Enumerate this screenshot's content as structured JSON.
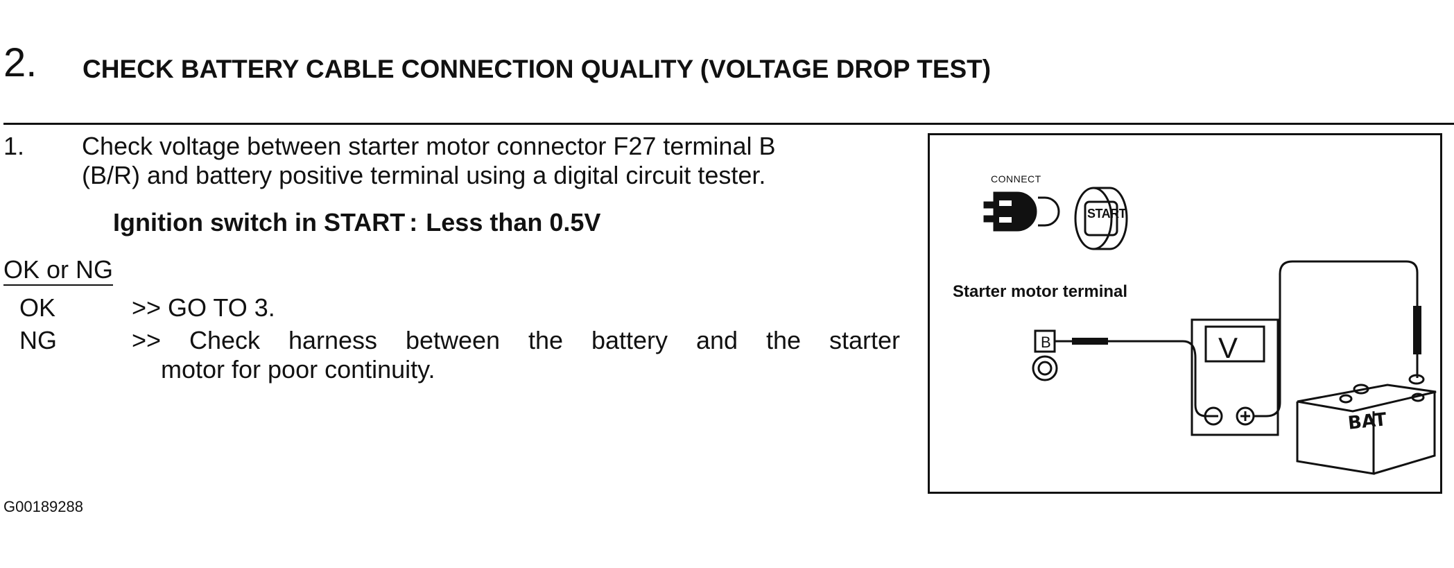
{
  "header": {
    "step_number": "2.",
    "title": "CHECK BATTERY CABLE CONNECTION QUALITY (VOLTAGE DROP TEST)"
  },
  "procedure": {
    "item_number": "1.",
    "instruction_line1": "Check voltage between starter motor connector F27 terminal B",
    "instruction_line2": "(B/R) and battery positive terminal using a digital circuit tester.",
    "spec_condition": "Ignition switch in START",
    "spec_separator": ":",
    "spec_value": "Less than 0.5V"
  },
  "result": {
    "heading": "OK or NG",
    "rows": [
      {
        "key": "OK",
        "value": ">> GO TO 3."
      },
      {
        "key": "NG",
        "value": ">> Check harness between the battery and the starter",
        "value_cont": "motor for poor continuity."
      }
    ]
  },
  "figure": {
    "id": "G00189288",
    "connect_label": "CONNECT",
    "start_label": "START",
    "terminal_label": "Starter motor terminal",
    "terminal_letter": "B",
    "meter_label": "V",
    "battery_label": "BAT"
  }
}
